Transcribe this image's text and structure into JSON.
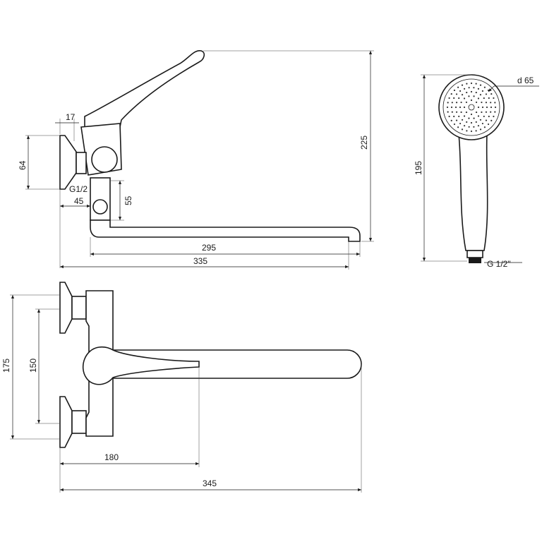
{
  "drawing": {
    "side_view": {
      "dim_flange_depth": "17",
      "dim_flange_height": "64",
      "thread_label": "G1/2",
      "dim_offset": "45",
      "dim_spout_drop": "55",
      "dim_spout_length": "295",
      "dim_total_length": "335",
      "dim_total_height": "225"
    },
    "shower_head": {
      "dim_diameter": "d 65",
      "dim_length": "195",
      "thread_label": "G 1/2\""
    },
    "top_view": {
      "dim_width": "175",
      "dim_center_distance": "150",
      "dim_body_to_lever": "180",
      "dim_total_reach": "345"
    }
  }
}
